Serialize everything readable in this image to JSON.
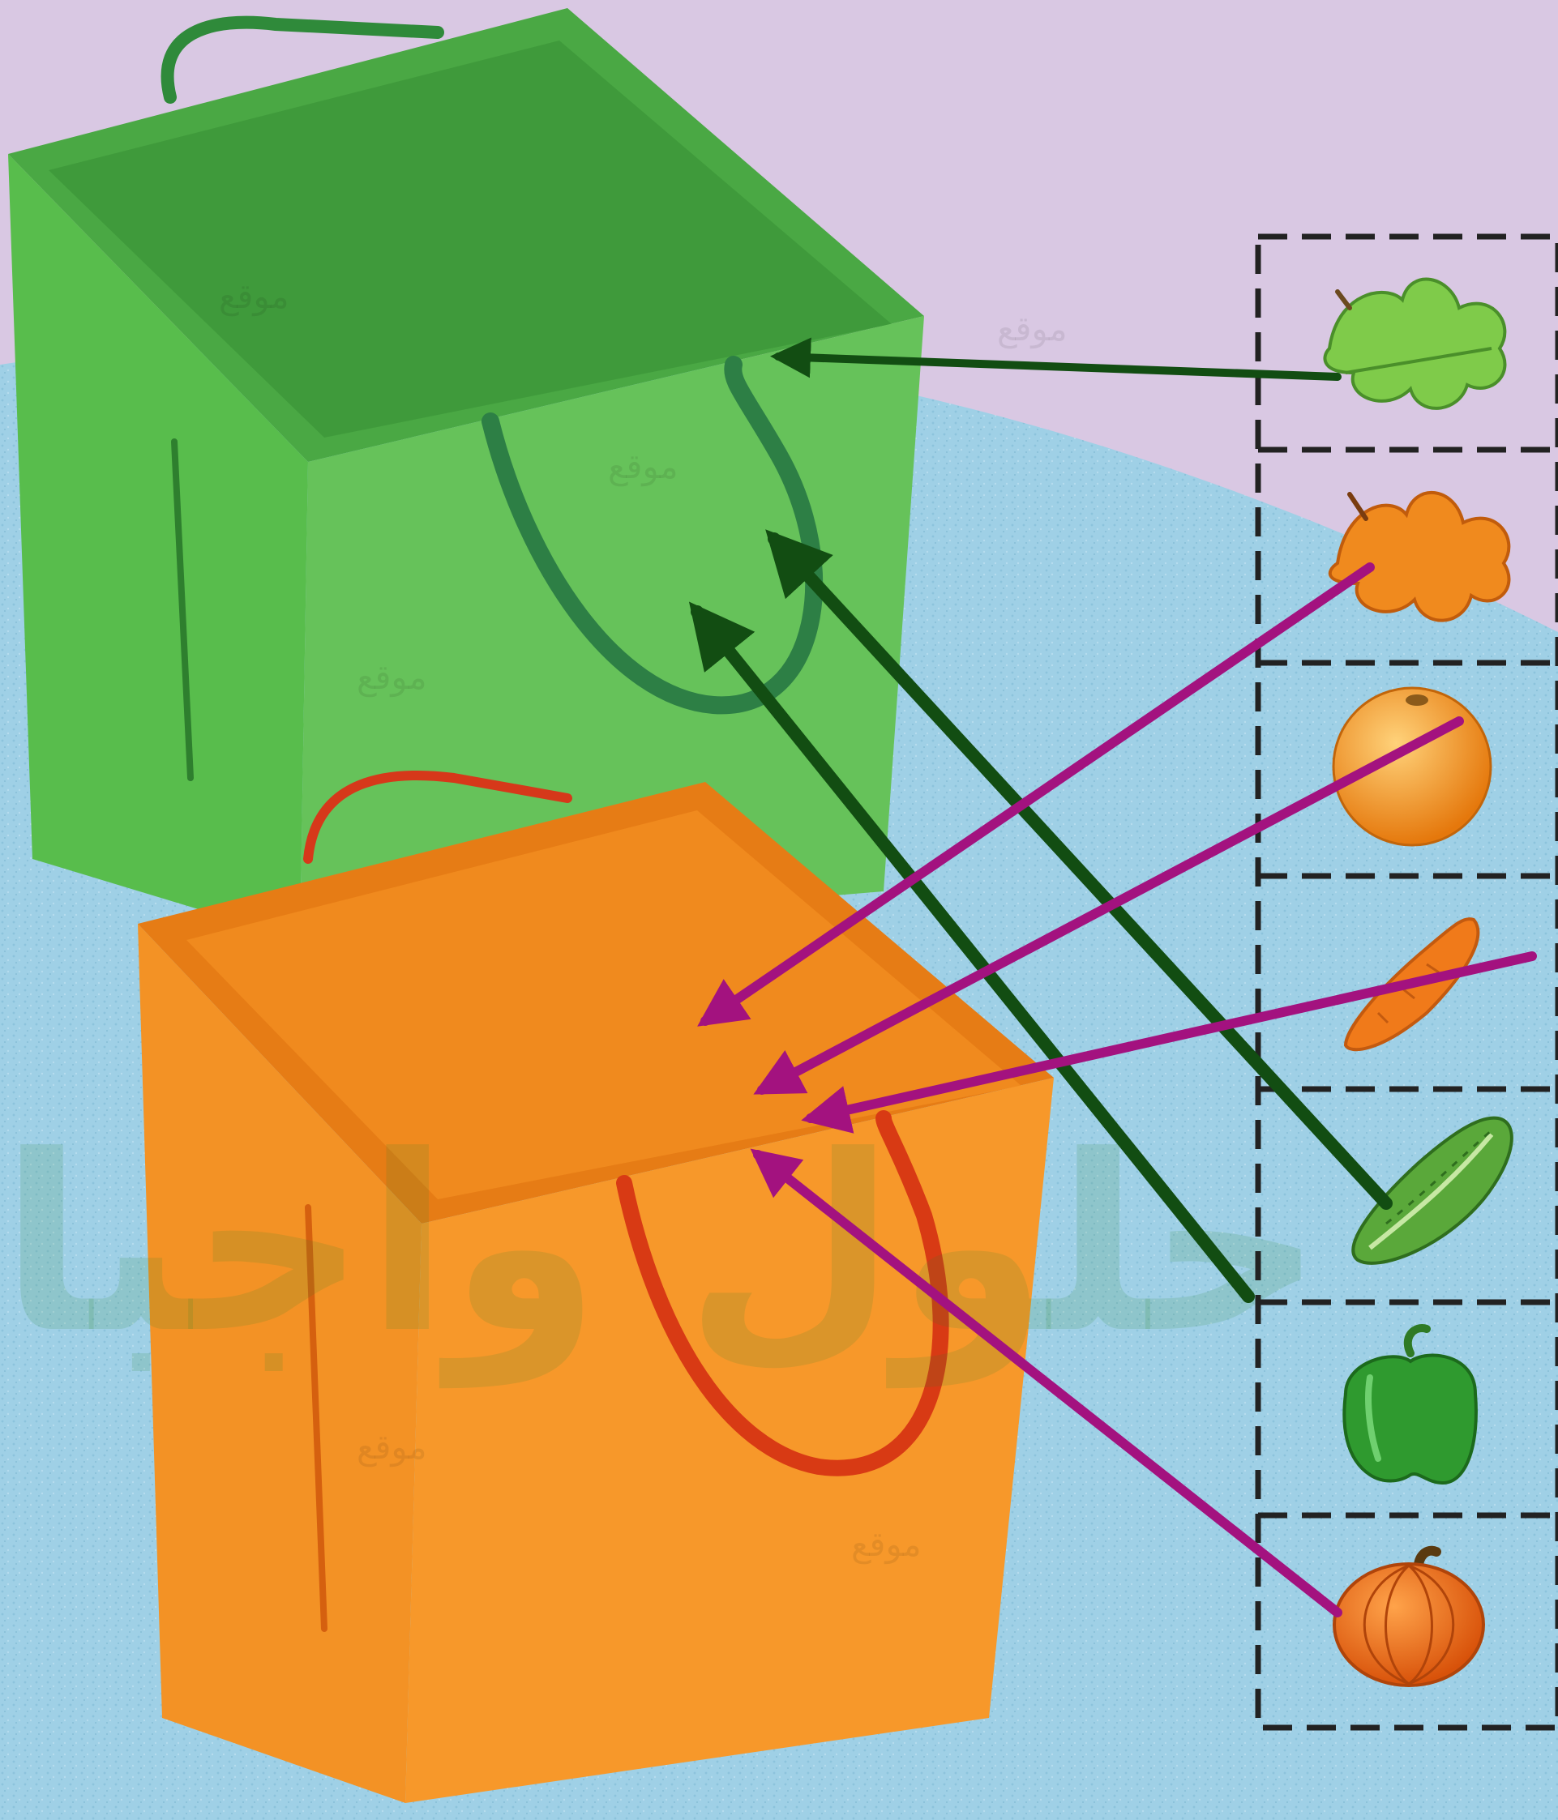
{
  "scene": {
    "description_type": "sorting-activity",
    "colors": {
      "background_top": "#d9c8e3",
      "floor": "#9fd0e6",
      "green_bag": "#58bd4c",
      "green_bag_dark": "#3e9d3a",
      "orange_bag": "#f28a1e",
      "orange_bag_dark": "#d8701a",
      "green_arrow": "#124d12",
      "purple_arrow": "#a3127f"
    }
  },
  "bags": [
    {
      "id": "green",
      "color": "green"
    },
    {
      "id": "orange",
      "color": "orange"
    }
  ],
  "items": [
    {
      "icon": "green-leaf-icon",
      "color": "#7fcb4a",
      "bag": "green"
    },
    {
      "icon": "orange-leaf-icon",
      "color": "#f08a1e",
      "bag": "orange"
    },
    {
      "icon": "orange-fruit-icon",
      "color": "#f39a1c",
      "bag": "orange"
    },
    {
      "icon": "carrot-icon",
      "color": "#f07a1a",
      "bag": "orange"
    },
    {
      "icon": "cucumber-icon",
      "color": "#5aa83a",
      "bag": "green"
    },
    {
      "icon": "green-pepper-icon",
      "color": "#2f9a2f",
      "bag": "green"
    },
    {
      "icon": "pumpkin-icon",
      "color": "#f06a12",
      "bag": "orange"
    }
  ],
  "watermarks": {
    "small": "موقع",
    "large": "حلول واجبا"
  }
}
